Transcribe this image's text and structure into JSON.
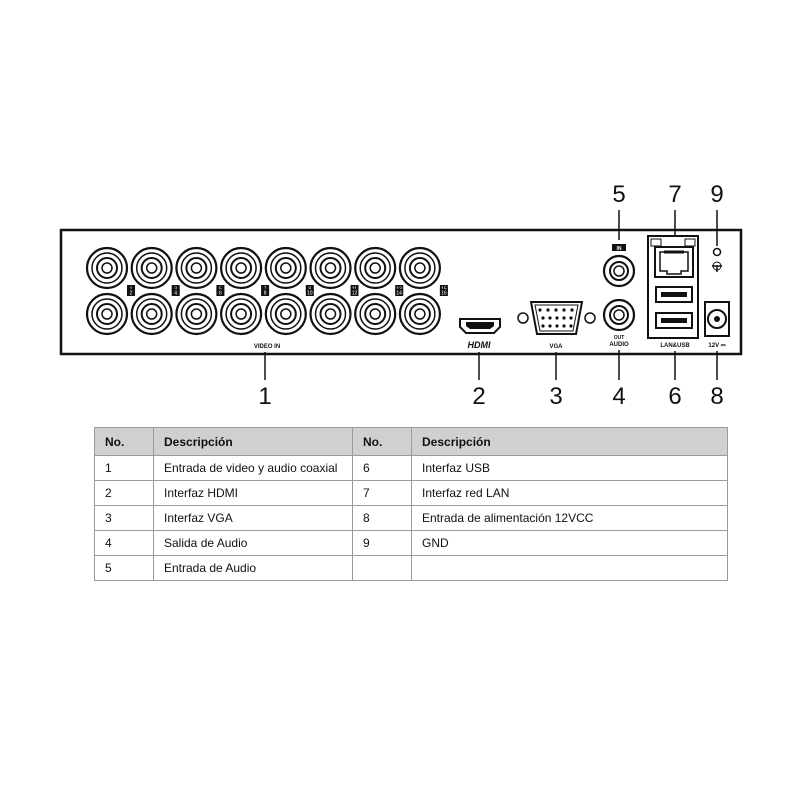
{
  "diagram": {
    "callouts": {
      "n1": "1",
      "n2": "2",
      "n3": "3",
      "n4": "4",
      "n5": "5",
      "n6": "6",
      "n7": "7",
      "n8": "8",
      "n9": "9"
    },
    "port_labels": {
      "video_in": "VIDEO IN",
      "hdmi": "HDMI",
      "vga": "VGA",
      "audio": "AUDIO",
      "audio_in": "IN",
      "audio_out": "OUT",
      "lan_usb": "LAN&USB",
      "power": "12V ⎓"
    },
    "channel_numbers": [
      "1",
      "2",
      "3",
      "4",
      "5",
      "6",
      "7",
      "8",
      "9",
      "10",
      "11",
      "12",
      "13",
      "14",
      "15",
      "16"
    ]
  },
  "table": {
    "headers": {
      "no": "No.",
      "desc": "Descripción"
    },
    "rows": [
      {
        "n1": "1",
        "d1": "Entrada de video y audio coaxial",
        "n2": "6",
        "d2": "Interfaz USB"
      },
      {
        "n1": "2",
        "d1": "Interfaz HDMI",
        "n2": "7",
        "d2": "Interfaz red LAN"
      },
      {
        "n1": "3",
        "d1": "Interfaz VGA",
        "n2": "8",
        "d2": "Entrada de alimentación 12VCC"
      },
      {
        "n1": "4",
        "d1": "Salida de Audio",
        "n2": "9",
        "d2": "GND"
      },
      {
        "n1": "5",
        "d1": "Entrada de Audio",
        "n2": "",
        "d2": ""
      }
    ]
  }
}
